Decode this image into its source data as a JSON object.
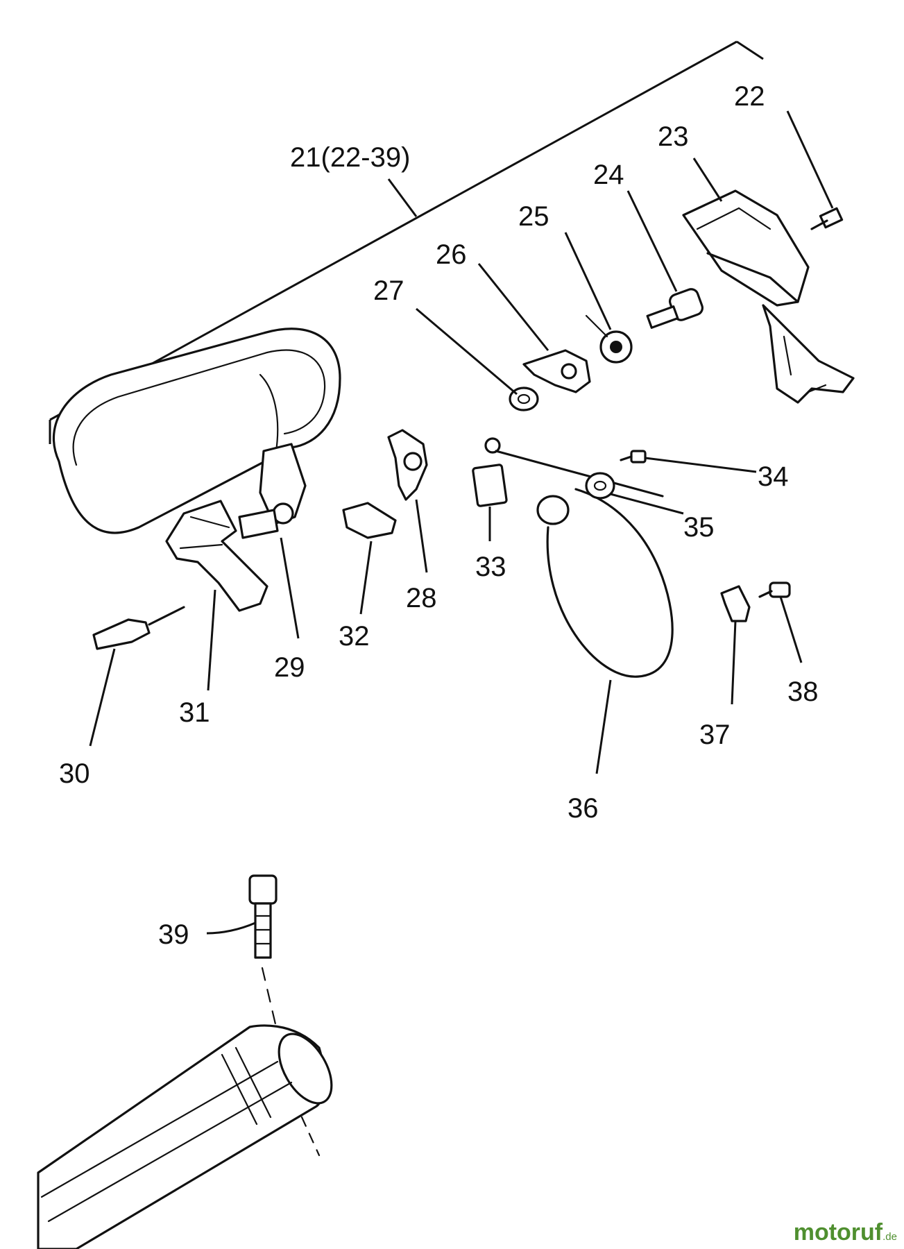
{
  "labels": {
    "assembly": "21(22-39)",
    "p22": "22",
    "p23": "23",
    "p24": "24",
    "p25": "25",
    "p26": "26",
    "p27": "27",
    "p28": "28",
    "p29": "29",
    "p30": "30",
    "p31": "31",
    "p32": "32",
    "p33": "33",
    "p34": "34",
    "p35": "35",
    "p36": "36",
    "p37": "37",
    "p38": "38",
    "p39": "39"
  },
  "watermark": {
    "brand": "motoruf",
    "tld": ".de",
    "color": "#4f8f2f"
  }
}
